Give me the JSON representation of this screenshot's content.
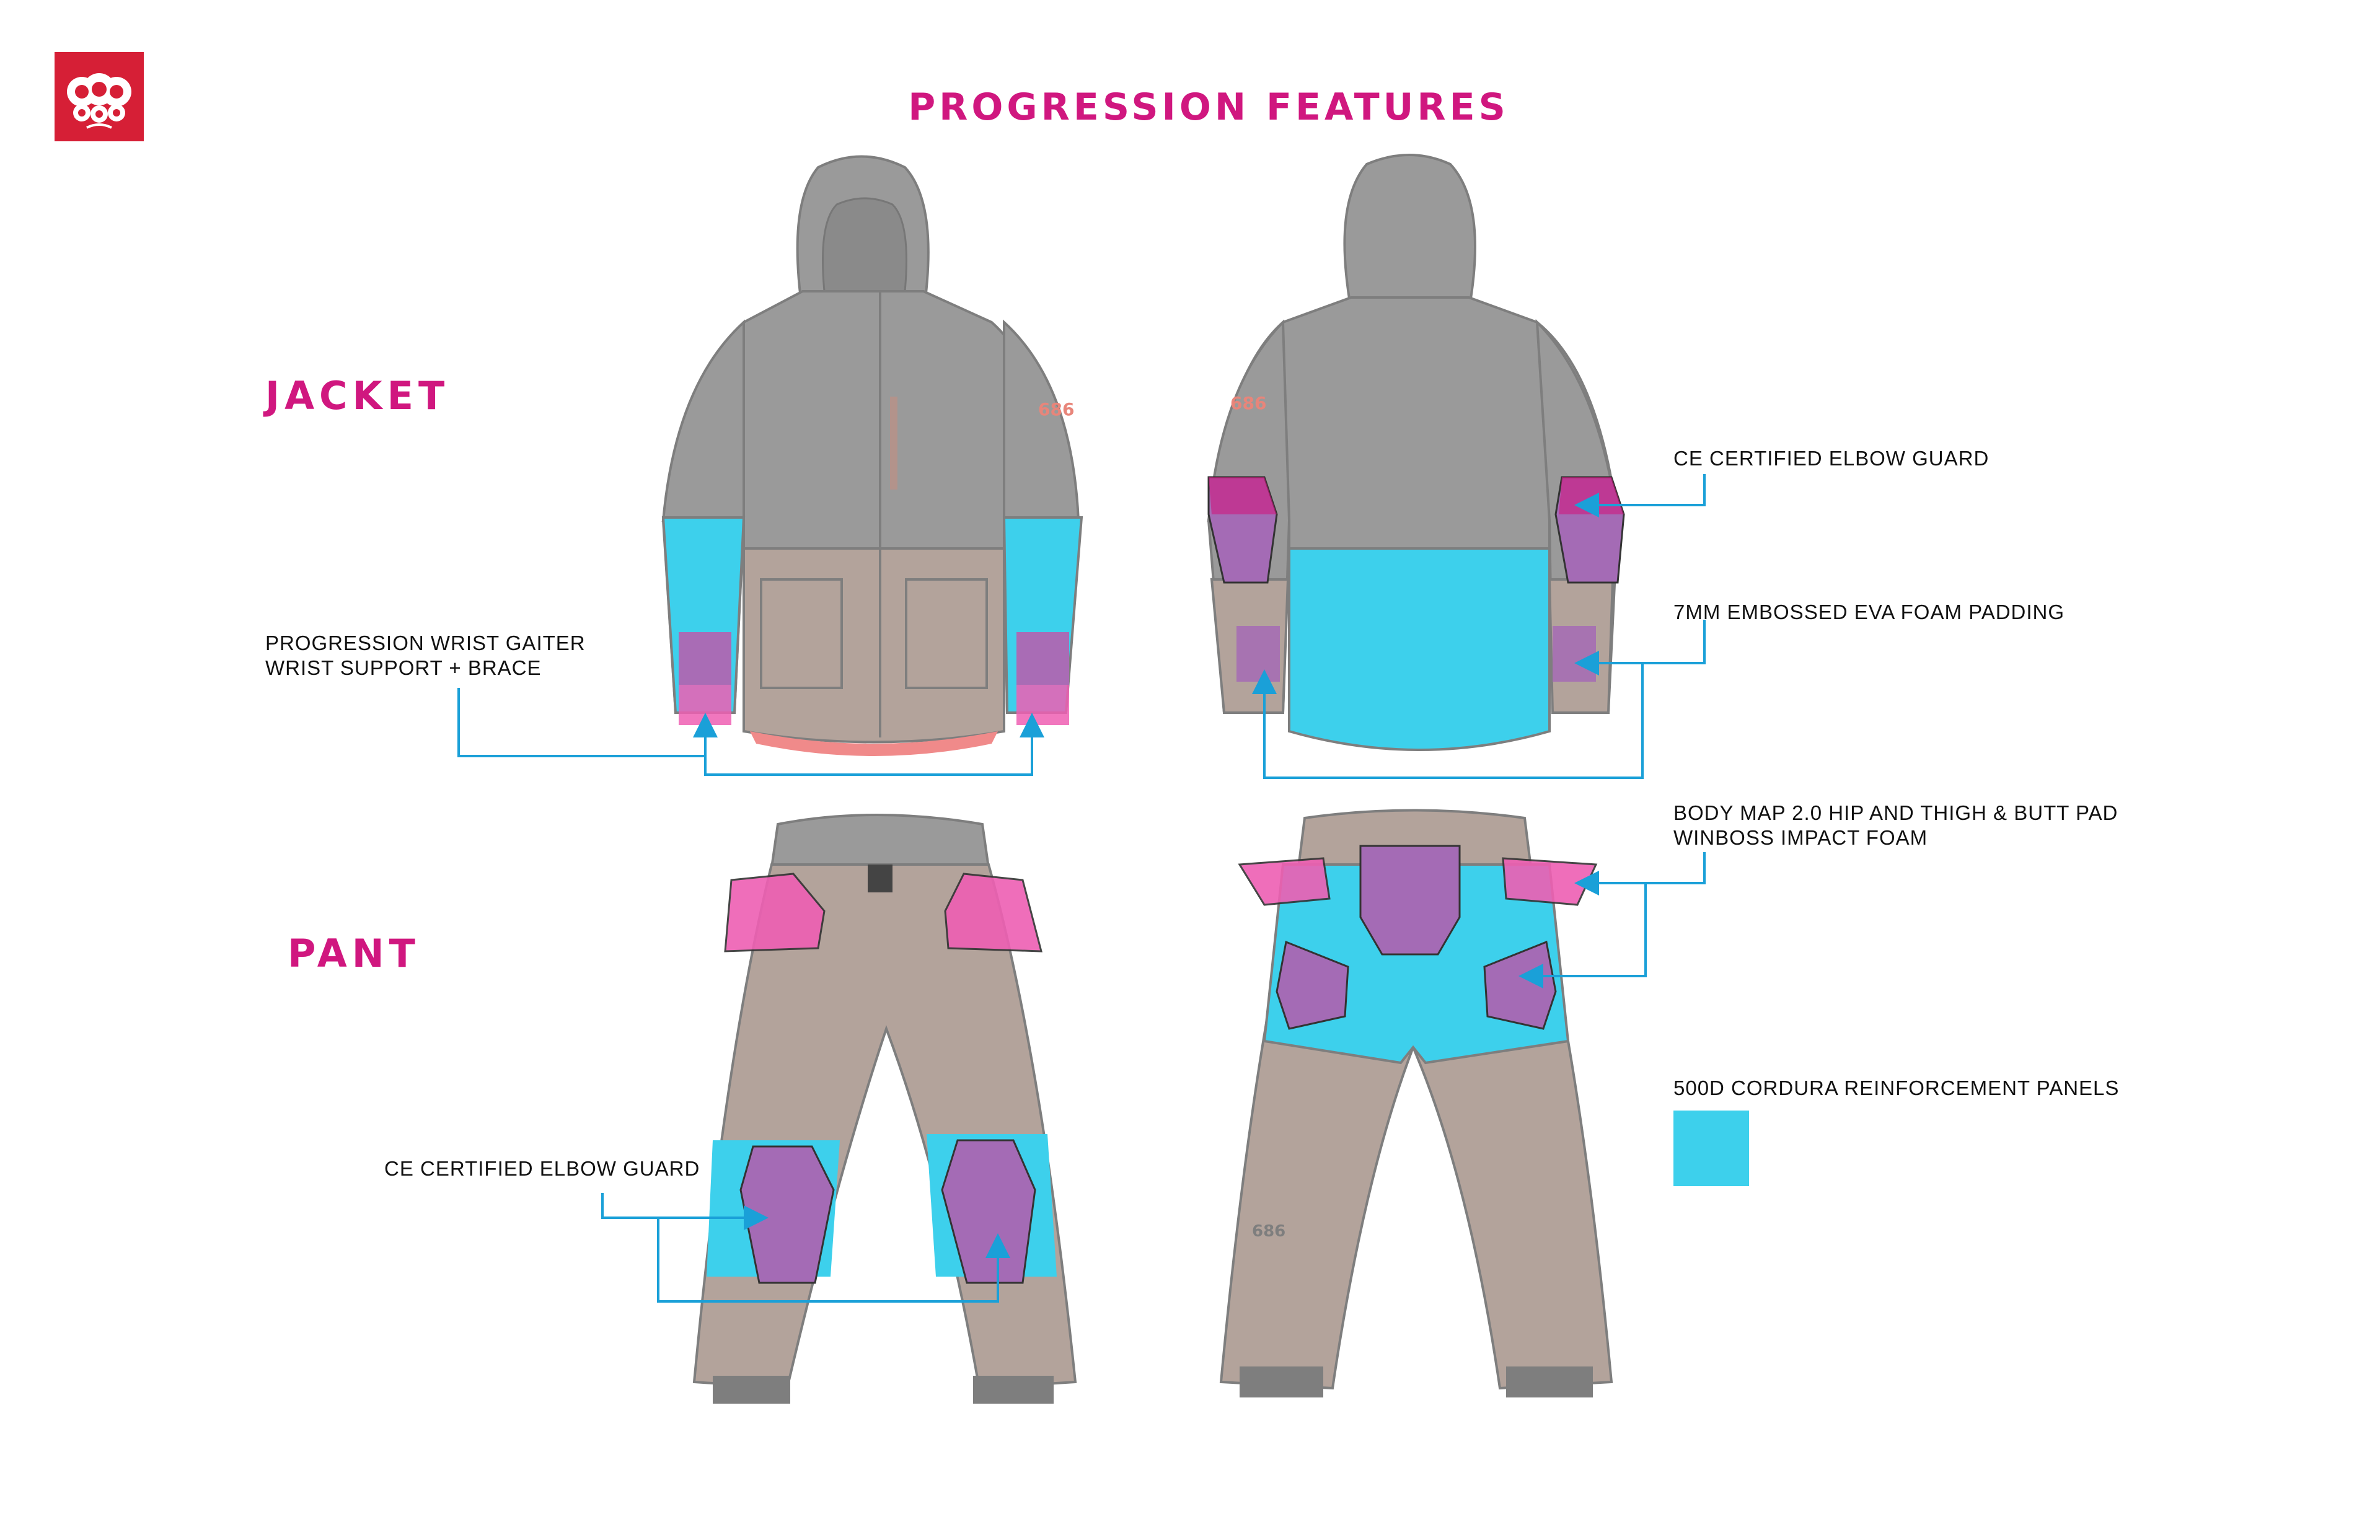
{
  "header": {
    "title": "PROGRESSION FEATURES"
  },
  "sections": {
    "jacket": "JACKET",
    "pant": "PANT"
  },
  "callouts": {
    "wrist_gaiter_line1": "PROGRESSION WRIST GAITER",
    "wrist_gaiter_line2": "WRIST SUPPORT + BRACE",
    "jacket_elbow_guard": "CE CERTIFIED ELBOW GUARD",
    "eva_padding": "7MM EMBOSSED EVA FOAM PADDING",
    "body_map_line1": "BODY MAP 2.0 HIP AND THIGH & BUTT PAD",
    "body_map_line2": "WINBOSS IMPACT FOAM",
    "pant_knee_guard": "CE CERTIFIED ELBOW GUARD",
    "cordura_legend": "500D CORDURA REINFORCEMENT PANELS"
  },
  "colors": {
    "accent_magenta": "#d0177f",
    "brand_red": "#d61f36",
    "cordura_cyan": "#3dd0ec",
    "callout_blue": "#1aa0d8",
    "garment_gray": "#9a9a9a",
    "garment_taupe": "#b3a39b",
    "pad_pink": "#ee5fb3",
    "pad_purple": "#a46bb5"
  },
  "icons": {
    "logo": "686-logo"
  }
}
